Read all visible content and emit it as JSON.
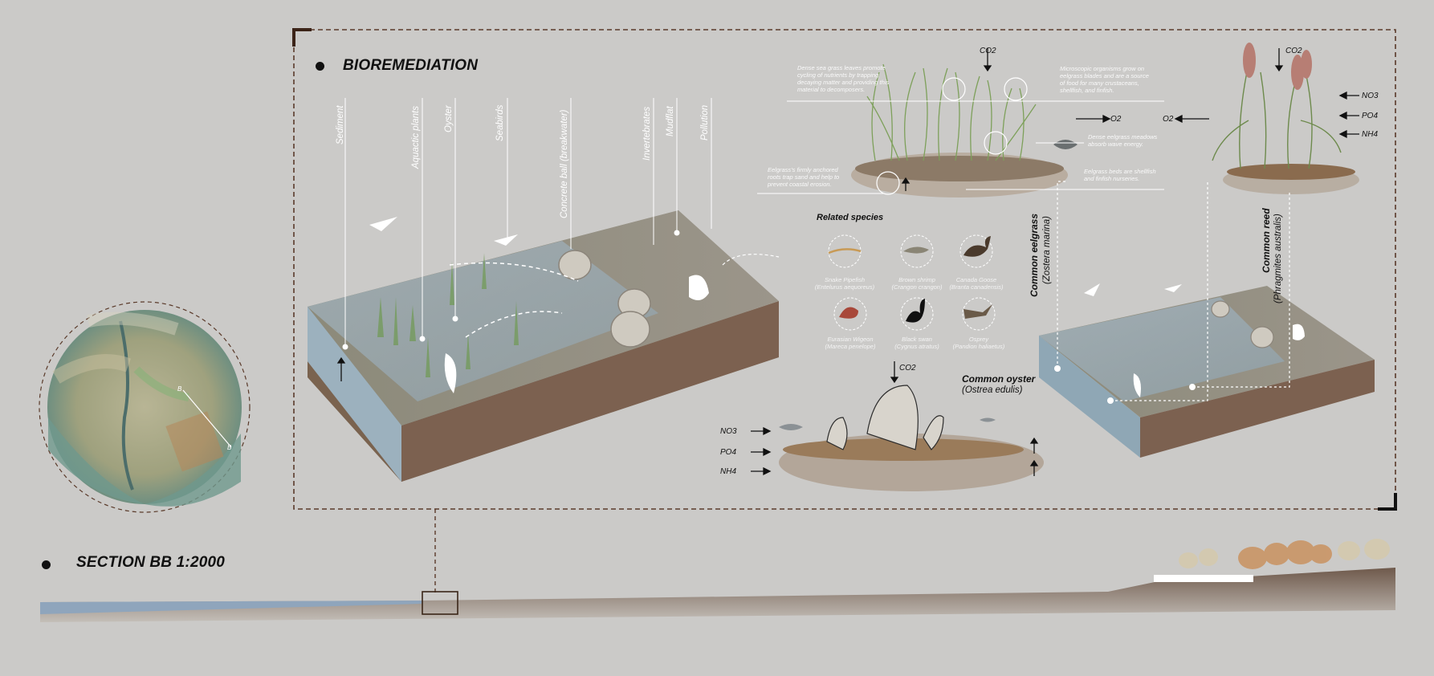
{
  "bioremediation": {
    "title": "BIOREMEDIATION"
  },
  "section": {
    "title": "SECTION BB 1:2000"
  },
  "labels": {
    "sediment": "Sediment",
    "aquatic_plants": "Aquactic plants",
    "oyster": "Oyster",
    "seabirds": "Seabirds",
    "concrete_ball": "Concrete ball (breakwater)",
    "invertebrates": "Invertebrates",
    "mudflat": "Mudflat",
    "pollution": "Pollution"
  },
  "eelgrass": {
    "name": "Common eelgrass",
    "sci": "(Zostera marina)",
    "co2": "CO2",
    "o2": "O2",
    "note_leaves": "Dense sea grass leaves promote cycling of nutrients by trapping decaying matter and providing this material to decomposers.",
    "note_micro": "Microscopic organisms grow on eelgrass blades and are a source of food for many crustaceans, shellfish, and finfish.",
    "note_roots": "Eelgrass's firmly anchored roots trap sand and help to prevent coastal erosion.",
    "note_wave": "Dense eelgrass meadows absorb wave energy.",
    "note_nursery": "Eelgrass beds are shellfish and finfish nurseries."
  },
  "reed": {
    "name": "Common reed",
    "sci": "(Phragmites australis)",
    "co2": "CO2",
    "o2": "O2",
    "no3": "NO3",
    "po4": "PO4",
    "nh4": "NH4"
  },
  "oyster": {
    "name": "Common oyster",
    "sci": "(Ostrea edulis)",
    "co2": "CO2",
    "no3": "NO3",
    "po4": "PO4",
    "nh4": "NH4"
  },
  "species": {
    "title": "Related species",
    "items": [
      {
        "name": "Snake Pipefish",
        "sci": "(Entelurus aequoreus)",
        "icon": "pipefish-icon"
      },
      {
        "name": "Brown shrimp",
        "sci": "(Crangon crangon)",
        "icon": "shrimp-icon"
      },
      {
        "name": "Canada Goose",
        "sci": "(Branta canadensis)",
        "icon": "goose-icon"
      },
      {
        "name": "Eurasian Wigeon",
        "sci": "(Mareca penelope)",
        "icon": "wigeon-icon"
      },
      {
        "name": "Black swan",
        "sci": "(Cygnus atratus)",
        "icon": "swan-icon"
      },
      {
        "name": "Osprey",
        "sci": "(Pandion haliaetus)",
        "icon": "osprey-icon"
      }
    ]
  },
  "map": {
    "marker_a": "B",
    "marker_b": "B"
  },
  "colors": {
    "background": "#cbcac8",
    "frame": "#5a3a2a",
    "water": "#9fb4c4",
    "soil": "#6b5140",
    "label": "#ffffff"
  }
}
